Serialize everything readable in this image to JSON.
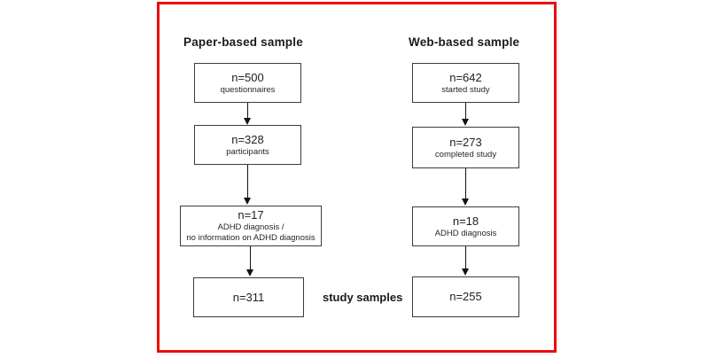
{
  "diagram": {
    "frame_border_color": "#ee0b0b",
    "center_label": "study samples",
    "paper_column": {
      "title": "Paper-based sample",
      "boxes": [
        {
          "n": "n=500",
          "lines": [
            "questionnaires"
          ]
        },
        {
          "n": "n=328",
          "lines": [
            "participants"
          ]
        },
        {
          "n": "n=17",
          "lines": [
            "ADHD diagnosis /",
            "no information on ADHD diagnosis"
          ]
        },
        {
          "n": "n=311",
          "lines": []
        }
      ]
    },
    "web_column": {
      "title": "Web-based sample",
      "boxes": [
        {
          "n": "n=642",
          "lines": [
            "started study"
          ]
        },
        {
          "n": "n=273",
          "lines": [
            "completed study"
          ]
        },
        {
          "n": "n=18",
          "lines": [
            "ADHD diagnosis"
          ]
        },
        {
          "n": "n=255",
          "lines": []
        }
      ]
    }
  }
}
